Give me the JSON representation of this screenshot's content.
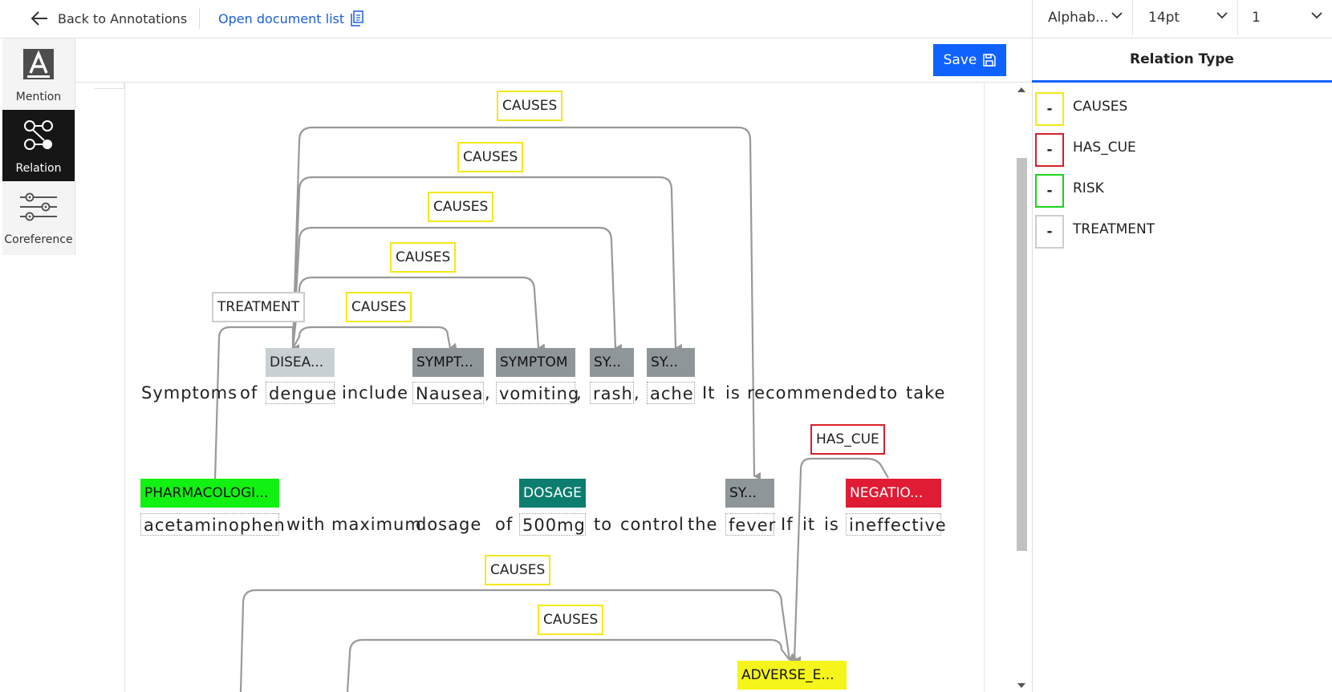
{
  "topbar": {
    "back_label": "Back to Annotations",
    "open_list_label": "Open document list",
    "sort_select": "Alphab...",
    "font_size_select": "14pt",
    "page_select": "1"
  },
  "tools": {
    "mention": "Mention",
    "relation": "Relation",
    "coreference": "Coreference"
  },
  "editor": {
    "save_label": "Save",
    "tokens": {
      "symptoms": "Symptoms",
      "of1": "of",
      "dengue": "dengue",
      "include": "include",
      "nausea": "Nausea",
      "comma1": ",",
      "vomiting": "vomiting",
      "comma2": ",",
      "rash": "rash",
      "comma3": ",",
      "ache": "ache",
      "it1": "It",
      "is1": "is",
      "recommended": "recommended",
      "to1": "to",
      "take": "take",
      "acetaminophen": "acetaminophen",
      "with": "with",
      "maximum": "maximum",
      "dosage": "dosage",
      "of2": "of",
      "mg500": "500mg",
      "to2": "to",
      "control": "control",
      "the": "the",
      "fever": "fever",
      "if": "If",
      "it2": "it",
      "is2": "is",
      "ineffective": "ineffective"
    },
    "entity_tags": {
      "disease": "DISEA...",
      "sympt1": "SYMPT...",
      "symptom": "SYMPTOM",
      "sy1": "SY...",
      "sy2": "SY...",
      "pharma": "PHARMACOLOGI...",
      "dosage": "DOSAGE",
      "sy3": "SY...",
      "negation": "NEGATIO...",
      "adverse": "ADVERSE_E..."
    },
    "relation_labels": {
      "causes_fever": "CAUSES",
      "causes_ache": "CAUSES",
      "causes_rash": "CAUSES",
      "causes_vomiting": "CAUSES",
      "treatment": "TREATMENT",
      "causes_nausea": "CAUSES",
      "has_cue": "HAS_CUE",
      "causes_bottom1": "CAUSES",
      "causes_bottom2": "CAUSES"
    }
  },
  "relation_panel": {
    "title": "Relation Type",
    "items": [
      {
        "label": "CAUSES",
        "count": "-",
        "color": "#f5e71b"
      },
      {
        "label": "HAS_CUE",
        "count": "-",
        "color": "#d91e2b"
      },
      {
        "label": "RISK",
        "count": "-",
        "color": "#1bd41b"
      },
      {
        "label": "TREATMENT",
        "count": "-",
        "color": "#c9ced0"
      }
    ]
  },
  "colors": {
    "accent": "#0f62fe",
    "causes": "#f5e71b",
    "has_cue": "#d91e2b",
    "treatment": "#c9ced0",
    "disease_tag": "#c8d0d3",
    "symptom_tag": "#8f9699",
    "pharma_tag": "#12f212",
    "dosage_tag": "#0c7d6e",
    "negation_tag": "#e01b34",
    "adverse_tag": "#f5f51b",
    "arc": "#999999"
  }
}
